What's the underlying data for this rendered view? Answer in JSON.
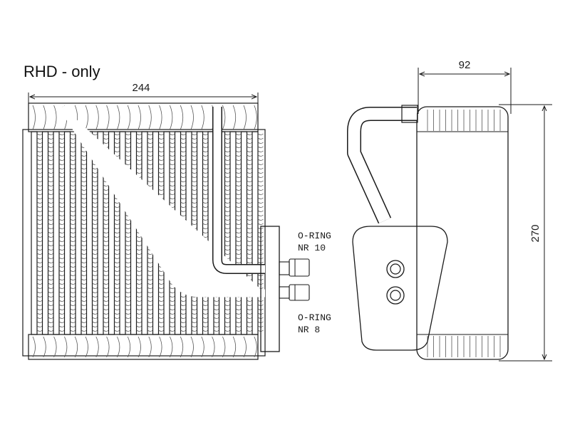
{
  "title": "RHD - only",
  "dimensions": {
    "width": "244",
    "depth": "92",
    "height": "270"
  },
  "labels": {
    "oring_10_line1": "O-RING",
    "oring_10_line2": "NR 10",
    "oring_8_line1": "O-RING",
    "oring_8_line2": "NR 8"
  }
}
